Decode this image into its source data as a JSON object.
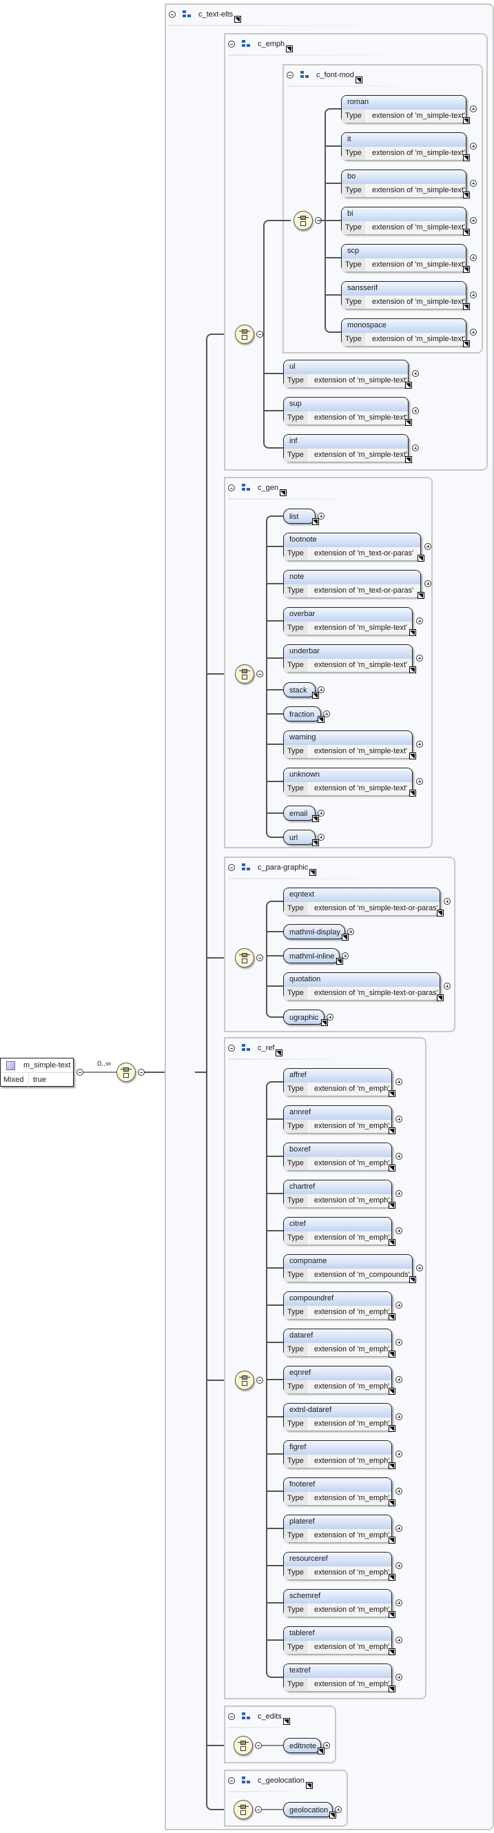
{
  "root": {
    "name": "m_simple-text",
    "attr_key": "Mixed",
    "attr_value": "true",
    "cardinality": "0..∞"
  },
  "type_label": "Type",
  "groups": {
    "text_elts": {
      "name": "c_text-elts"
    },
    "emph": {
      "name": "c_emph"
    },
    "font_mod": {
      "name": "c_font-mod",
      "items": [
        {
          "name": "roman",
          "type": "extension of 'm_simple-text'"
        },
        {
          "name": "it",
          "type": "extension of 'm_simple-text'"
        },
        {
          "name": "bo",
          "type": "extension of 'm_simple-text'"
        },
        {
          "name": "bi",
          "type": "extension of 'm_simple-text'"
        },
        {
          "name": "scp",
          "type": "extension of 'm_simple-text'"
        },
        {
          "name": "sansserif",
          "type": "extension of 'm_simple-text'"
        },
        {
          "name": "monospace",
          "type": "extension of 'm_simple-text'"
        }
      ]
    },
    "emph_items": [
      {
        "name": "ul",
        "type": "extension of 'm_simple-text'"
      },
      {
        "name": "sup",
        "type": "extension of 'm_simple-text'"
      },
      {
        "name": "inf",
        "type": "extension of 'm_simple-text'"
      }
    ],
    "gen": {
      "name": "c_gen",
      "items": [
        {
          "name": "list"
        },
        {
          "name": "footnote",
          "type": "extension of 'm_text-or-paras'"
        },
        {
          "name": "note",
          "type": "extension of 'm_text-or-paras'"
        },
        {
          "name": "overbar",
          "type": "extension of 'm_simple-text'"
        },
        {
          "name": "underbar",
          "type": "extension of 'm_simple-text'"
        },
        {
          "name": "stack"
        },
        {
          "name": "fraction"
        },
        {
          "name": "warning",
          "type": "extension of 'm_simple-text'"
        },
        {
          "name": "unknown",
          "type": "extension of 'm_simple-text'"
        },
        {
          "name": "email"
        },
        {
          "name": "url"
        }
      ]
    },
    "para_graphic": {
      "name": "c_para-graphic",
      "items": [
        {
          "name": "eqntext",
          "type": "extension of 'm_simple-text-or-paras'"
        },
        {
          "name": "mathml-display"
        },
        {
          "name": "mathml-inline"
        },
        {
          "name": "quotation",
          "type": "extension of 'm_simple-text-or-paras'"
        },
        {
          "name": "ugraphic"
        }
      ]
    },
    "ref": {
      "name": "c_ref",
      "items": [
        {
          "name": "affref",
          "type": "extension of 'm_emph'"
        },
        {
          "name": "annref",
          "type": "extension of 'm_emph'"
        },
        {
          "name": "boxref",
          "type": "extension of 'm_emph'"
        },
        {
          "name": "chartref",
          "type": "extension of 'm_emph'"
        },
        {
          "name": "citref",
          "type": "extension of 'm_emph'"
        },
        {
          "name": "compname",
          "type": "extension of 'm_compounds'"
        },
        {
          "name": "compoundref",
          "type": "extension of 'm_emph'"
        },
        {
          "name": "dataref",
          "type": "extension of 'm_emph'"
        },
        {
          "name": "eqnref",
          "type": "extension of 'm_emph'"
        },
        {
          "name": "extnl-dataref",
          "type": "extension of 'm_emph'"
        },
        {
          "name": "figref",
          "type": "extension of 'm_emph'"
        },
        {
          "name": "fnoteref",
          "type": "extension of 'm_emph'"
        },
        {
          "name": "plateref",
          "type": "extension of 'm_emph'"
        },
        {
          "name": "resourceref",
          "type": "extension of 'm_emph'"
        },
        {
          "name": "schemref",
          "type": "extension of 'm_emph'"
        },
        {
          "name": "tableref",
          "type": "extension of 'm_emph'"
        },
        {
          "name": "textref",
          "type": "extension of 'm_emph'"
        }
      ]
    },
    "edits": {
      "name": "c_edits",
      "items": [
        {
          "name": "editnote"
        }
      ]
    },
    "geolocation": {
      "name": "c_geolocation",
      "items": [
        {
          "name": "geolocation"
        }
      ]
    }
  },
  "colors": {
    "compositor_fill": "#fbf5d2",
    "element_header": "#c4d6f4",
    "group_icon": "#2a64a8",
    "group_bg": "#f7f9fc"
  }
}
